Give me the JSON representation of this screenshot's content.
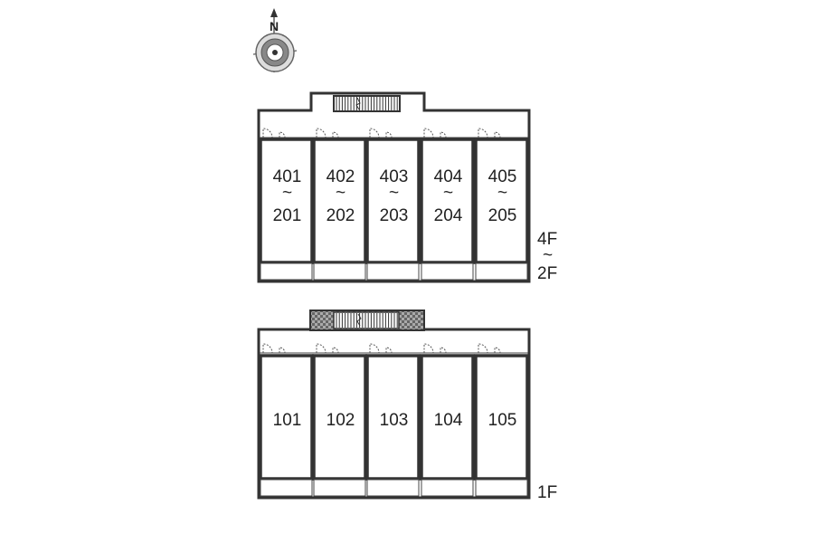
{
  "compass": {
    "north_label": "N"
  },
  "upper_block": {
    "floor_label_top": "4F",
    "floor_label_tilde": "~",
    "floor_label_bottom": "2F",
    "units": [
      {
        "top": "401",
        "tilde": "~",
        "bottom": "201"
      },
      {
        "top": "402",
        "tilde": "~",
        "bottom": "202"
      },
      {
        "top": "403",
        "tilde": "~",
        "bottom": "203"
      },
      {
        "top": "404",
        "tilde": "~",
        "bottom": "204"
      },
      {
        "top": "405",
        "tilde": "~",
        "bottom": "205"
      }
    ]
  },
  "lower_block": {
    "floor_label": "1F",
    "units": [
      {
        "label": "101"
      },
      {
        "label": "102"
      },
      {
        "label": "103"
      },
      {
        "label": "104"
      },
      {
        "label": "105"
      }
    ]
  }
}
